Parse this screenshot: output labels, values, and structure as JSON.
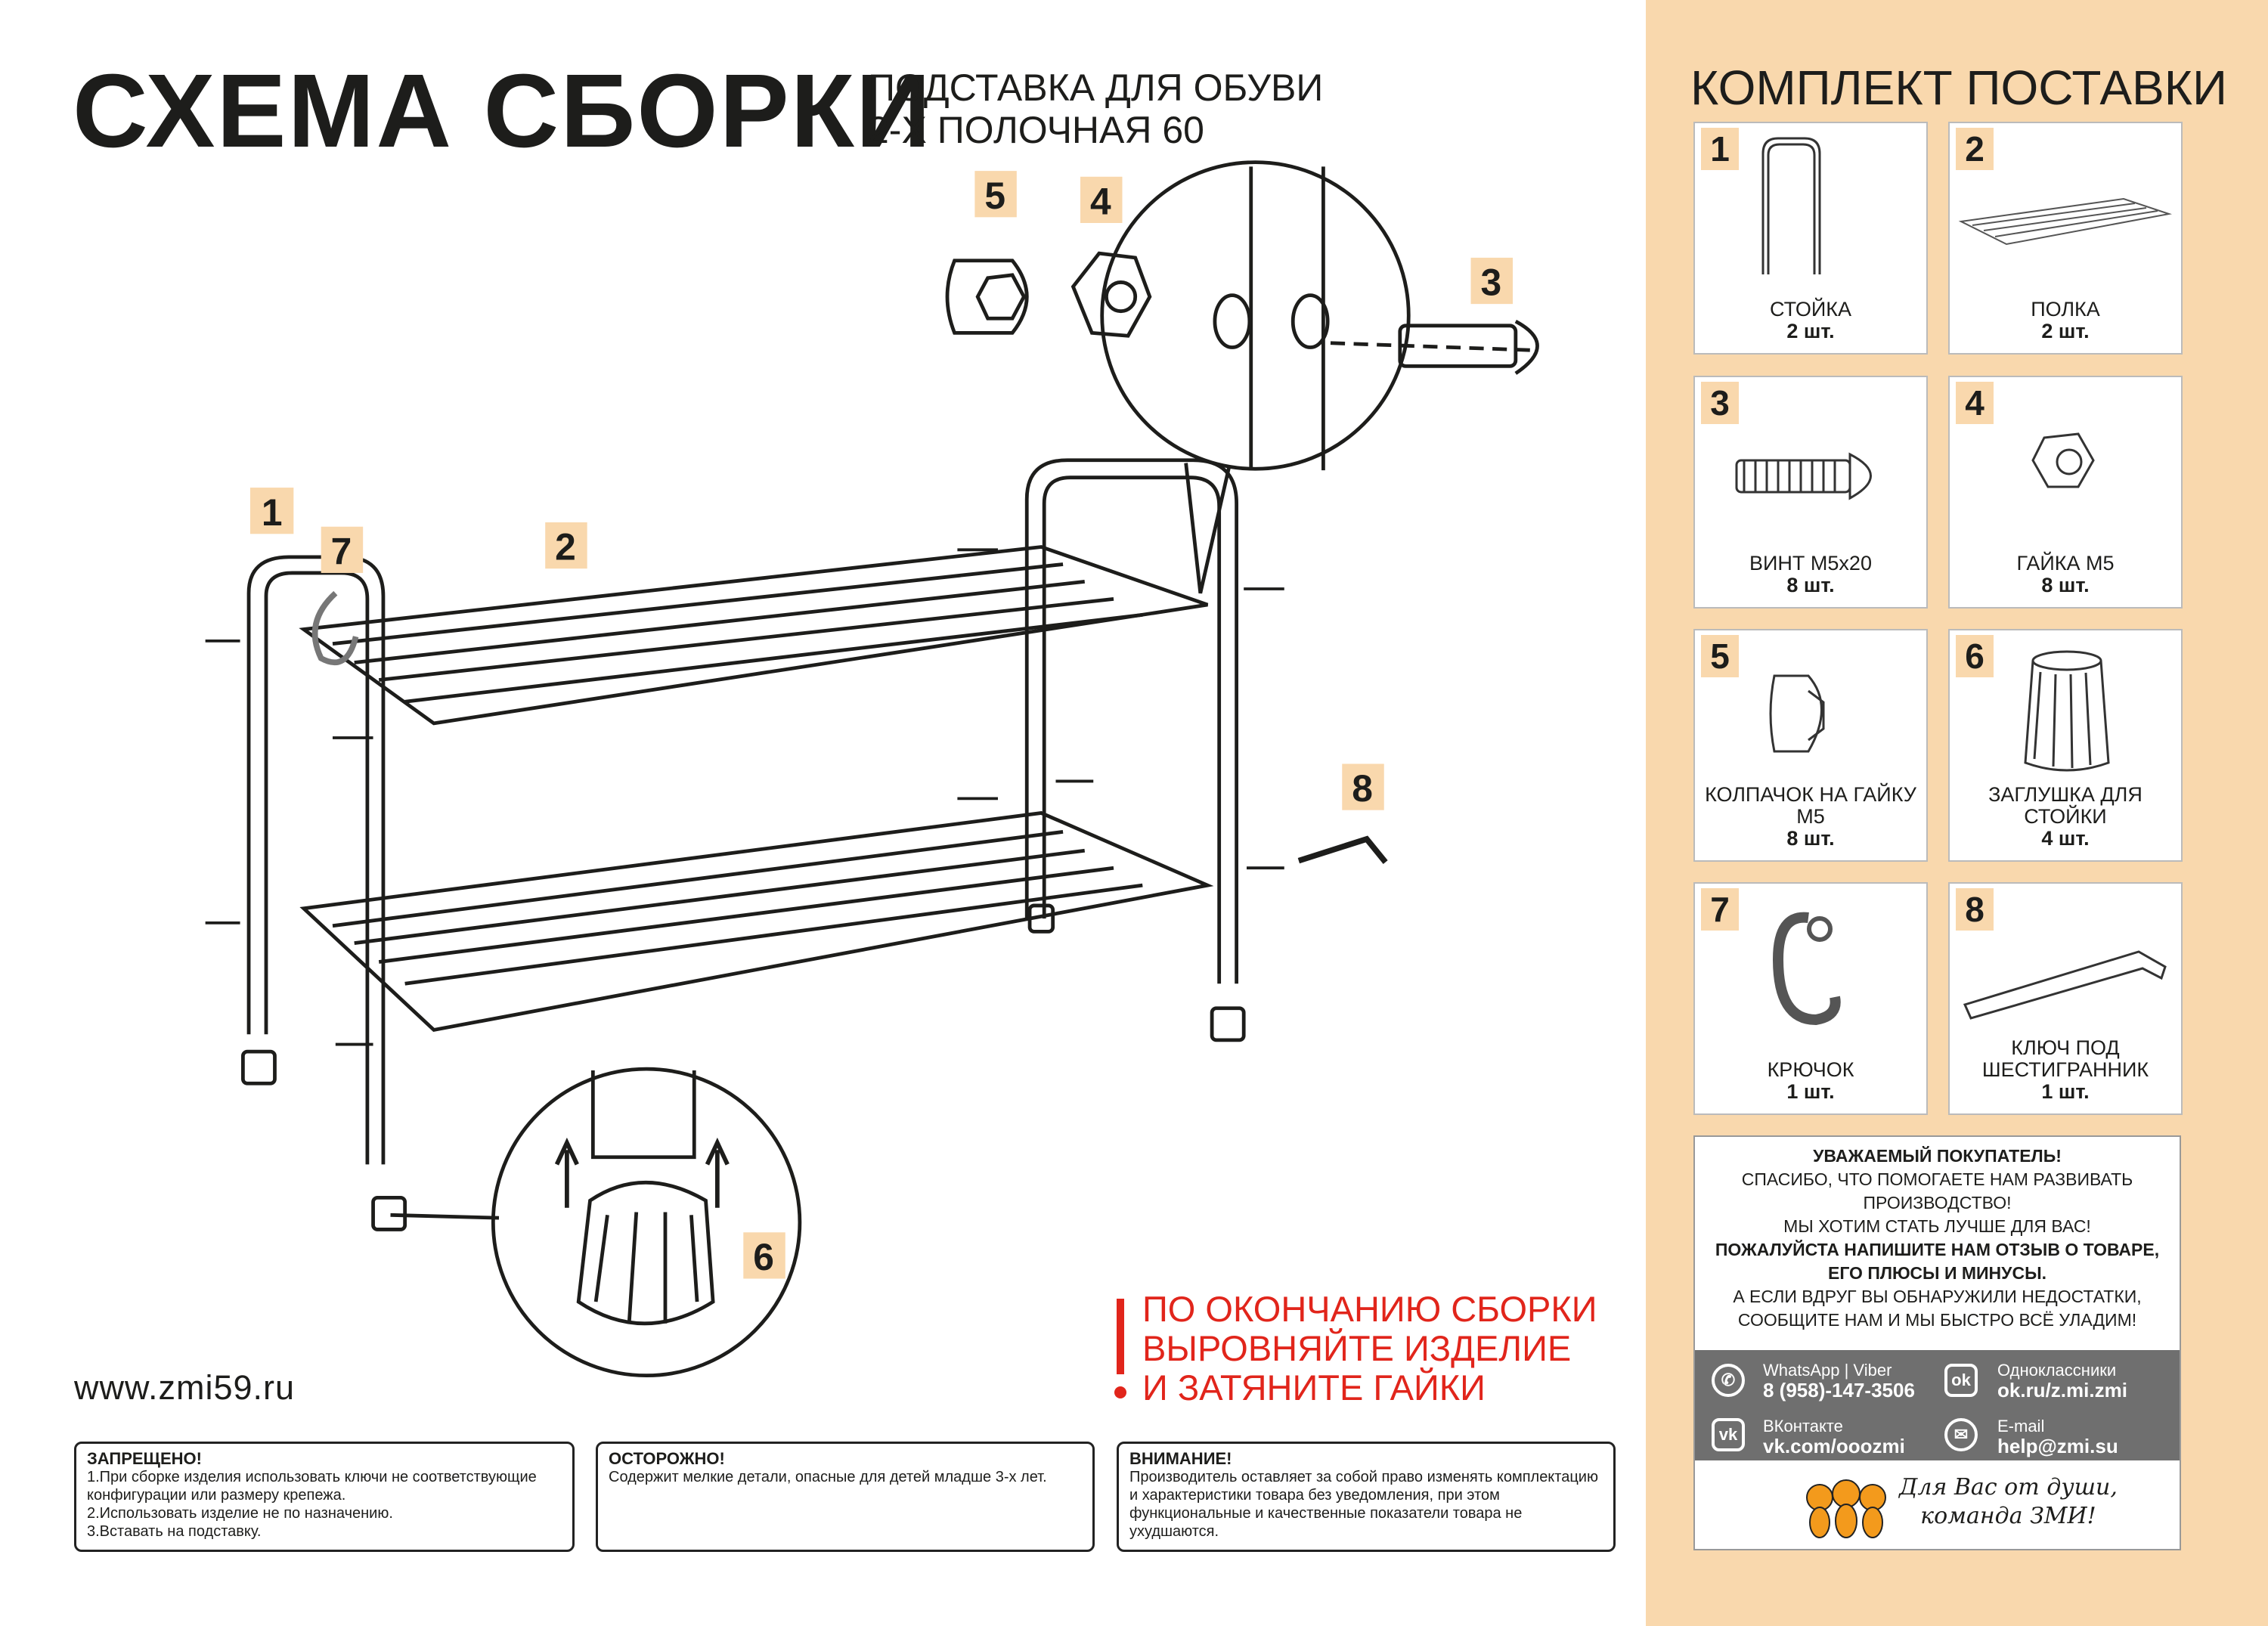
{
  "header": {
    "title": "СХЕМА СБОРКИ",
    "subtitle_line1": "ПОДСТАВКА ДЛЯ ОБУВИ",
    "subtitle_line2": "2-Х ПОЛОЧНАЯ 60"
  },
  "diagram": {
    "badges": {
      "b1": "1",
      "b2": "2",
      "b3": "3",
      "b4": "4",
      "b5": "5",
      "b6": "6",
      "b7": "7",
      "b8": "8"
    }
  },
  "kit": {
    "title": "КОМПЛЕКТ ПОСТАВКИ",
    "items": [
      {
        "num": "1",
        "name": "СТОЙКА",
        "qty": "2 шт."
      },
      {
        "num": "2",
        "name": "ПОЛКА",
        "qty": "2 шт."
      },
      {
        "num": "3",
        "name": "ВИНТ М5х20",
        "qty": "8 шт."
      },
      {
        "num": "4",
        "name": "ГАЙКА М5",
        "qty": "8 шт."
      },
      {
        "num": "5",
        "name": "КОЛПАЧОК НА ГАЙКУ М5",
        "qty": "8 шт."
      },
      {
        "num": "6",
        "name": "ЗАГЛУШКА ДЛЯ СТОЙКИ",
        "qty": "4 шт."
      },
      {
        "num": "7",
        "name": "КРЮЧОК",
        "qty": "1 шт."
      },
      {
        "num": "8",
        "name": "КЛЮЧ ПОД ШЕСТИГРАННИК",
        "qty": "1 шт."
      }
    ]
  },
  "message": {
    "l1": "УВАЖАЕМЫЙ ПОКУПАТЕЛЬ!",
    "l2": "СПАСИБО, ЧТО ПОМОГАЕТЕ НАМ РАЗВИВАТЬ ПРОИЗВОДСТВО!",
    "l3": "МЫ ХОТИМ СТАТЬ ЛУЧШЕ ДЛЯ ВАС!",
    "l4": "ПОЖАЛУЙСТА НАПИШИТЕ НАМ ОТЗЫВ О ТОВАРЕ, ЕГО ПЛЮСЫ И МИНУСЫ.",
    "l5": "А ЕСЛИ ВДРУГ ВЫ ОБНАРУЖИЛИ НЕДОСТАТКИ, СООБЩИТЕ НАМ И МЫ БЫСТРО ВСЁ УЛАДИМ!",
    "contacts": [
      {
        "label": "WhatsApp | Viber",
        "value": "8 (958)-147-3506"
      },
      {
        "label": "Одноклассники",
        "value": "ok.ru/z.mi.zmi"
      },
      {
        "label": "ВКонтакте",
        "value": "vk.com/ooozmi"
      },
      {
        "label": "E-mail",
        "value": "help@zmi.su"
      }
    ],
    "signature1": "Для Вас от души,",
    "signature2": "команда ЗМИ!"
  },
  "website": "www.zmi59.ru",
  "notice": {
    "l1": "ПО ОКОНЧАНИЮ СБОРКИ",
    "l2": "ВЫРОВНЯЙТЕ ИЗДЕЛИЕ",
    "l3": "И ЗАТЯНИТЕ ГАЙКИ"
  },
  "warnings": [
    {
      "title": "ЗАПРЕЩЕНО!",
      "text1": "1.При сборке изделия использовать ключи не соответствующие конфигурации или размеру крепежа.",
      "text2": "2.Использовать изделие не по назначению.",
      "text3": "3.Вставать на подставку."
    },
    {
      "title": "ОСТОРОЖНО!",
      "text1": "Содержит мелкие детали, опасные для детей младше 3-х лет."
    },
    {
      "title": "ВНИМАНИЕ!",
      "text1": "Производитель оставляет за собой право изменять комплектацию и характеристики товара без уведомления, при этом функциональные и качественные показатели товара не ухудшаются."
    }
  ],
  "colors": {
    "accent": "#f9d8ad",
    "red": "#e1251b",
    "gray": "#6f6f6f"
  }
}
